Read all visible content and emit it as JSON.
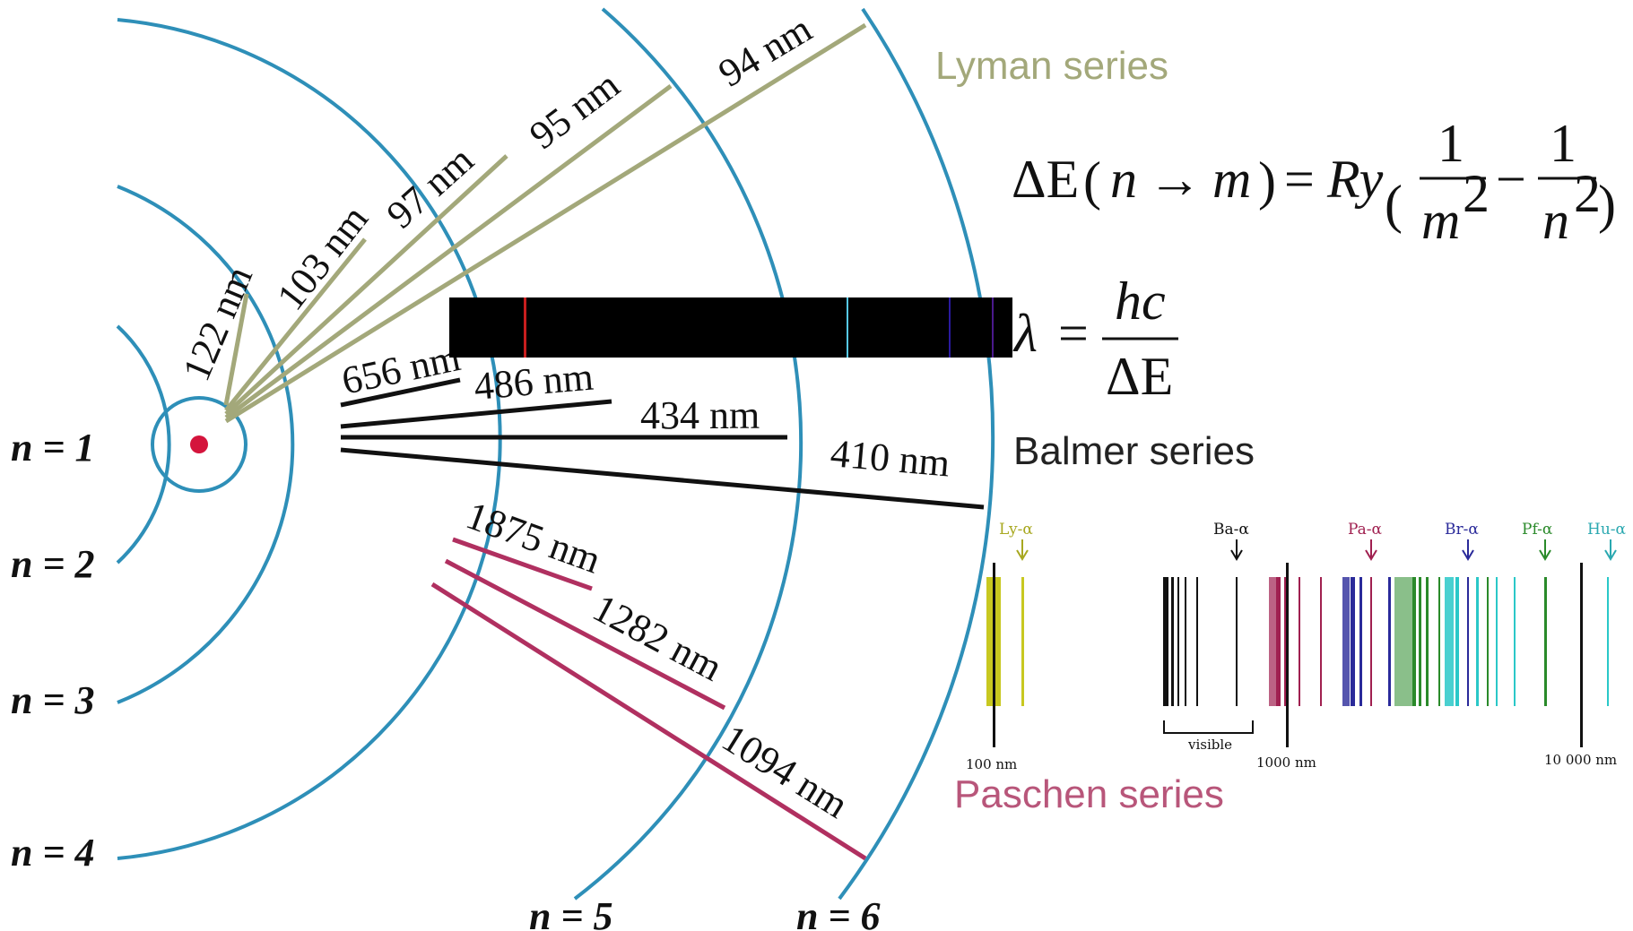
{
  "levels": [
    "n = 1",
    "n = 2",
    "n = 3",
    "n = 4",
    "n = 5",
    "n = 6"
  ],
  "lyman": {
    "name": "Lyman series",
    "color": "#a3a87a",
    "wavelengths": [
      "122 nm",
      "103 nm",
      "97 nm",
      "95 nm",
      "94 nm"
    ]
  },
  "balmer": {
    "name": "Balmer series",
    "color": "#111111",
    "wavelengths": [
      "656 nm",
      "486 nm",
      "434 nm",
      "410 nm"
    ]
  },
  "paschen": {
    "name": "Paschen series",
    "color": "#b03060",
    "wavelengths": [
      "1875 nm",
      "1282 nm",
      "1094 nm"
    ]
  },
  "orbit_color": "#2e8fb8",
  "nucleus_color": "#d4143c",
  "equation1": {
    "lhs": "ΔE",
    "arg_n": "n",
    "arrow": "→",
    "arg_m": "m",
    "equals": "=",
    "ry": "Ry",
    "num1": "1",
    "den1": "m",
    "num2": "1",
    "den2": "n",
    "exp": "2",
    "minus": "−"
  },
  "equation2": {
    "lambda": "λ",
    "equals": "=",
    "numerator": "hc",
    "denominator": "ΔE"
  },
  "emission_spectrum_lines": [
    "#c81e1e",
    "#56c8e8",
    "#2a1aa0",
    "#4a1a8c"
  ],
  "spectrum_chart": {
    "peak_labels": [
      {
        "text": "Ly-α",
        "color": "#a8a820"
      },
      {
        "text": "Ba-α",
        "color": "#111111"
      },
      {
        "text": "Pa-α",
        "color": "#a02050"
      },
      {
        "text": "Br-α",
        "color": "#2a2a9a"
      },
      {
        "text": "Pf-α",
        "color": "#2a8a2a"
      },
      {
        "text": "Hu-α",
        "color": "#2aa8b0"
      }
    ],
    "tick_labels": [
      "100 nm",
      "1000 nm",
      "10 000 nm"
    ],
    "visible_label": "visible"
  }
}
